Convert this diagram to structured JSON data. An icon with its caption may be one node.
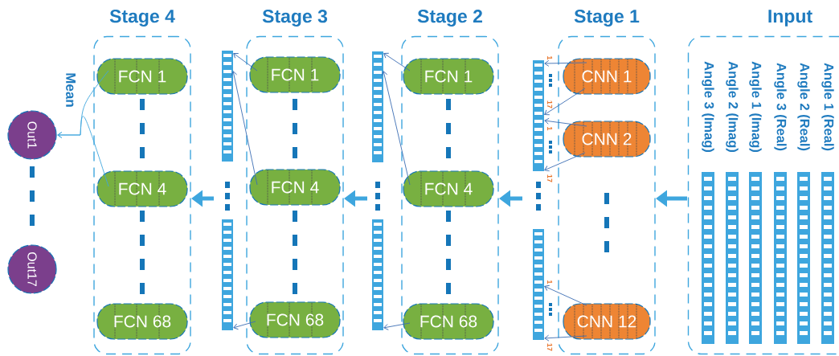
{
  "diagram": {
    "nodes": [
      {
        "text": [
          "Out1"
        ]
      },
      {
        "text": [
          "Out17"
        ]
      },
      {
        "text": [
          "Stage 4"
        ]
      },
      {
        "text": [
          "FCN 1"
        ],
        "in": 2
      },
      {
        "text": [
          "FCN 4"
        ],
        "in": 2
      },
      {
        "text": [
          "FCN 68"
        ],
        "in": 2
      },
      {
        "text": [],
        "shape": "bar"
      },
      {
        "text": [],
        "shape": "bar"
      },
      {
        "text": [
          "Stage 3"
        ]
      },
      {
        "text": [
          "FCN 1"
        ],
        "in": 8
      },
      {
        "text": [
          "FCN 4"
        ],
        "in": 8
      },
      {
        "text": [
          "FCN 68"
        ],
        "in": 8
      },
      {
        "text": [],
        "shape": "bar"
      },
      {
        "text": [],
        "shape": "bar"
      },
      {
        "text": [
          "Stage 2"
        ]
      },
      {
        "text": [
          "FCN 1"
        ],
        "in": 14
      },
      {
        "text": [
          "FCN 4"
        ],
        "in": 14
      },
      {
        "text": [
          "FCN 68"
        ],
        "in": 14
      },
      {
        "text": [],
        "shape": "bar"
      },
      {
        "text": [],
        "shape": "bar"
      },
      {
        "text": [
          "Stage 1"
        ]
      },
      {
        "text": [
          "CNN 1"
        ],
        "in": 20
      },
      {
        "text": [
          "CNN 2"
        ],
        "in": 20
      },
      {
        "text": [
          "CNN 12"
        ],
        "in": 20
      },
      {
        "text": [
          "Input"
        ]
      },
      {
        "text": [
          "Angle 3 (Imag)"
        ],
        "in": 24
      },
      {
        "text": [
          "Angle 2 (Imag)"
        ],
        "in": 24
      },
      {
        "text": [
          "Angle 1 (Imag)"
        ],
        "in": 24
      },
      {
        "text": [
          "Angle 3 (Real)"
        ],
        "in": 24
      },
      {
        "text": [
          "Angle 2 (Real)"
        ],
        "in": 24
      },
      {
        "text": [
          "Angle 1 (Real)"
        ],
        "in": 24
      }
    ],
    "edges": [
      {
        "from": 3,
        "to": 0,
        "arrow": "to",
        "label": "Mean",
        "color": "#3ea6de"
      },
      {
        "from": 4,
        "to": 0,
        "arrow": "to",
        "color": "#3ea6de"
      },
      {
        "from": null,
        "to": 2,
        "arrow": "to",
        "style": "thick",
        "color": "#3ea6de"
      },
      {
        "from": 9,
        "to": 6,
        "arrow": "to"
      },
      {
        "from": 10,
        "to": 6,
        "arrow": "to"
      },
      {
        "from": 11,
        "to": 7,
        "arrow": "to"
      },
      {
        "from": null,
        "to": 8,
        "arrow": "to",
        "style": "thick",
        "color": "#3ea6de"
      },
      {
        "from": 15,
        "to": 12,
        "arrow": "to"
      },
      {
        "from": 16,
        "to": 12,
        "arrow": "to"
      },
      {
        "from": 17,
        "to": 13,
        "arrow": "to"
      },
      {
        "from": null,
        "to": 14,
        "arrow": "to",
        "style": "thick",
        "color": "#3ea6de"
      },
      {
        "from": 21,
        "to": 18,
        "arrow": "to"
      },
      {
        "from": 21,
        "to": 18,
        "arrow": "to"
      },
      {
        "from": 22,
        "to": 18,
        "arrow": "to"
      },
      {
        "from": 22,
        "to": 18,
        "arrow": "to"
      },
      {
        "from": 23,
        "to": 19,
        "arrow": "to"
      },
      {
        "from": 23,
        "to": 19,
        "arrow": "to"
      },
      {
        "from": 24,
        "to": 20,
        "arrow": "to",
        "style": "thick",
        "color": "#3ea6de"
      }
    ],
    "labels": [
      "1",
      "17",
      "1",
      "17",
      "1",
      "17"
    ]
  }
}
